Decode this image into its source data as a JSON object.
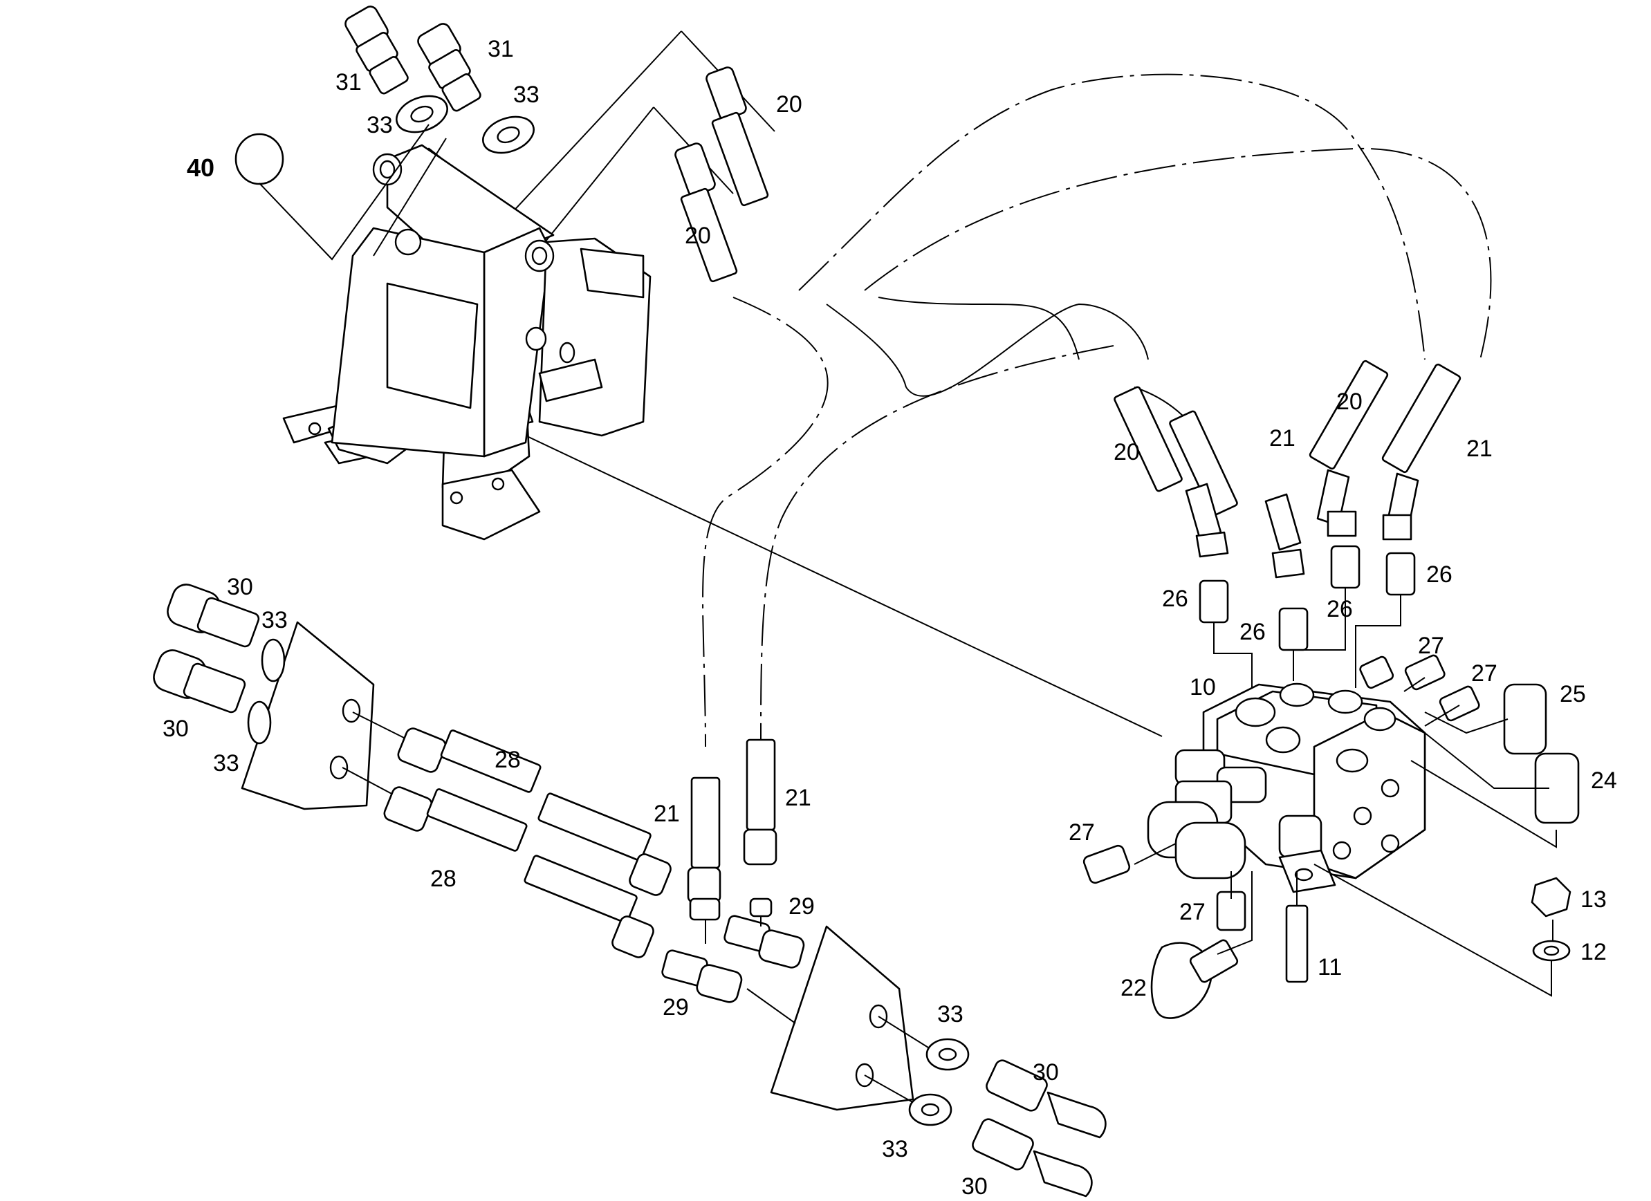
{
  "diagram": {
    "callouts": [
      {
        "id": "c40",
        "text": "40"
      },
      {
        "id": "c31a",
        "text": "31"
      },
      {
        "id": "c31b",
        "text": "31"
      },
      {
        "id": "c33a",
        "text": "33"
      },
      {
        "id": "c33b",
        "text": "33"
      },
      {
        "id": "c20a",
        "text": "20"
      },
      {
        "id": "c20b",
        "text": "20"
      },
      {
        "id": "c20c",
        "text": "20"
      },
      {
        "id": "c21a",
        "text": "21"
      },
      {
        "id": "c20d",
        "text": "20"
      },
      {
        "id": "c21b",
        "text": "21"
      },
      {
        "id": "c26a",
        "text": "26"
      },
      {
        "id": "c26b",
        "text": "26"
      },
      {
        "id": "c26c",
        "text": "26"
      },
      {
        "id": "c26d",
        "text": "26"
      },
      {
        "id": "c10",
        "text": "10"
      },
      {
        "id": "c27a",
        "text": "27"
      },
      {
        "id": "c27b",
        "text": "27"
      },
      {
        "id": "c25",
        "text": "25"
      },
      {
        "id": "c24",
        "text": "24"
      },
      {
        "id": "c27c",
        "text": "27"
      },
      {
        "id": "c27d",
        "text": "27"
      },
      {
        "id": "c13",
        "text": "13"
      },
      {
        "id": "c12",
        "text": "12"
      },
      {
        "id": "c11",
        "text": "11"
      },
      {
        "id": "c22",
        "text": "22"
      },
      {
        "id": "c30a",
        "text": "30"
      },
      {
        "id": "c33c",
        "text": "33"
      },
      {
        "id": "c30b",
        "text": "30"
      },
      {
        "id": "c33d",
        "text": "33"
      },
      {
        "id": "c28a",
        "text": "28"
      },
      {
        "id": "c28b",
        "text": "28"
      },
      {
        "id": "c21c",
        "text": "21"
      },
      {
        "id": "c21d",
        "text": "21"
      },
      {
        "id": "c29a",
        "text": "29"
      },
      {
        "id": "c29b",
        "text": "29"
      },
      {
        "id": "c33e",
        "text": "33"
      },
      {
        "id": "c30c",
        "text": "30"
      },
      {
        "id": "c33f",
        "text": "33"
      },
      {
        "id": "c30d",
        "text": "30"
      }
    ]
  }
}
